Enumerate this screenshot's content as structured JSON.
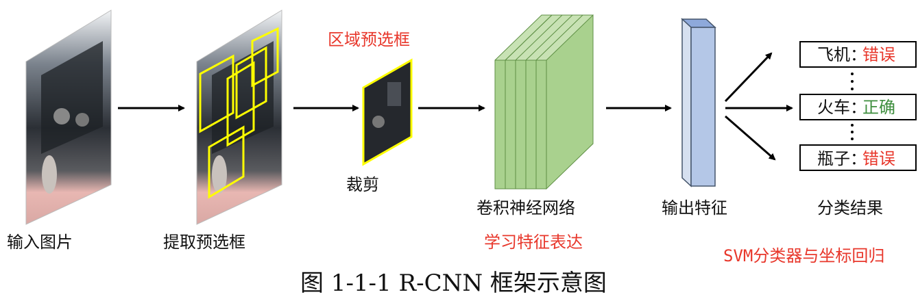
{
  "labels": {
    "input_image": "输入图片",
    "extract_proposals": "提取预选框",
    "region_proposal": "区域预选框",
    "crop": "裁剪",
    "cnn": "卷积神经网络",
    "learn_features": "学习特征表达",
    "output_features": "输出特征",
    "classification_result": "分类结果",
    "svm_classifier": "SVM分类器与坐标回归",
    "caption": "图 1-1-1 R-CNN 框架示意图"
  },
  "results": [
    {
      "name": "飞机：",
      "verdict": "错误",
      "verdict_color": "#e8372b"
    },
    {
      "name": "火车：",
      "verdict": "正确",
      "verdict_color": "#3e8e3e"
    },
    {
      "name": "瓶子：",
      "verdict": "错误",
      "verdict_color": "#e8372b"
    }
  ],
  "colors": {
    "red_text": "#e8372b",
    "cnn_green": "#a9d18e",
    "feature_blue": "#b4c7e7",
    "proposal_yellow": "#ffff00"
  }
}
